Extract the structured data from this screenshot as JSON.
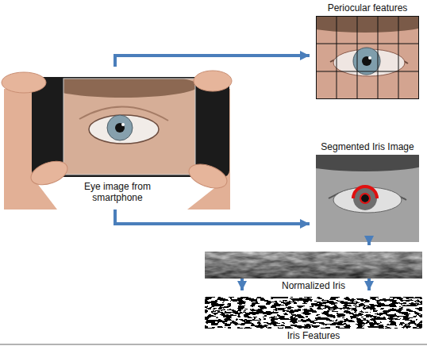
{
  "diagram": {
    "nodes": [
      {
        "text": [
          "Eye image from smartphone"
        ]
      },
      {
        "text": [
          "Periocular features"
        ]
      },
      {
        "text": [
          "Segmented Iris Image"
        ]
      },
      {
        "text": [
          "Normalized Iris"
        ]
      },
      {
        "text": [
          "Iris Features"
        ]
      }
    ],
    "edges": [
      {
        "from": 0,
        "to": 1,
        "arrow": "to"
      },
      {
        "from": 0,
        "to": 2,
        "arrow": "to"
      },
      {
        "from": 2,
        "to": 3,
        "arrow": "to"
      },
      {
        "from": 3,
        "to": 4,
        "arrow": "to"
      },
      {
        "from": 3,
        "to": 4,
        "arrow": "to"
      }
    ]
  }
}
